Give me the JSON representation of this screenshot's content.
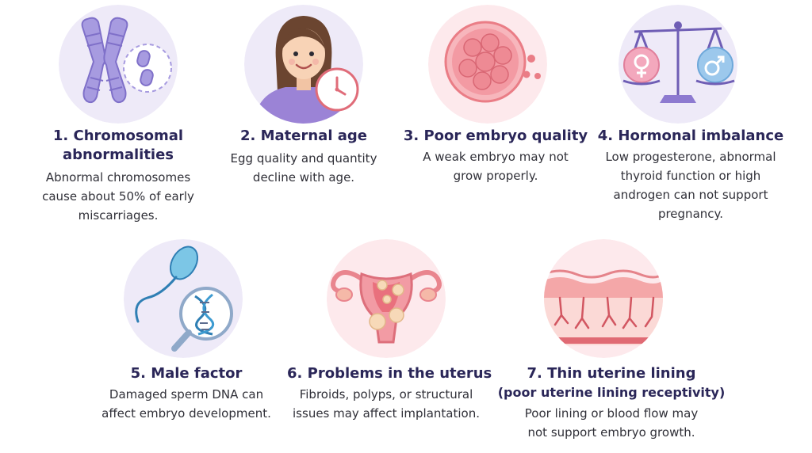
{
  "items": [
    {
      "icon": "chromosome-icon",
      "title_lines": [
        "1. Chromosomal",
        "abnormalities"
      ],
      "desc_lines": [
        "Abnormal chromosomes",
        "cause about 50% of early",
        "miscarriages."
      ]
    },
    {
      "icon": "woman-clock-icon",
      "title_lines": [
        "2. Maternal age"
      ],
      "desc_lines": [
        "Egg quality and quantity",
        "decline with age."
      ]
    },
    {
      "icon": "embryo-icon",
      "title_lines": [
        "3. Poor embryo quality"
      ],
      "desc_lines": [
        "A weak embryo may not",
        "grow properly."
      ]
    },
    {
      "icon": "balance-scale-icon",
      "title_lines": [
        "4. Hormonal imbalance"
      ],
      "desc_lines": [
        "Low progesterone, abnormal",
        "thyroid function or high",
        "androgen can not support",
        "pregnancy."
      ]
    },
    {
      "icon": "sperm-dna-icon",
      "title_lines": [
        "5. Male factor"
      ],
      "desc_lines": [
        "Damaged sperm DNA can",
        "affect embryo development."
      ]
    },
    {
      "icon": "uterus-icon",
      "title_lines": [
        "6. Problems in the uterus"
      ],
      "desc_lines": [
        "Fibroids, polyps, or structural",
        "issues may affect implantation."
      ]
    },
    {
      "icon": "uterine-lining-icon",
      "title_lines": [
        "7. Thin uterine lining",
        "(poor uterine lining receptivity)"
      ],
      "desc_lines": [
        "Poor lining or blood flow may",
        "not support embryo growth."
      ]
    }
  ],
  "colors": {
    "title": "#2a2658",
    "text": "#303038",
    "circle_lavender": "#eeeaf8",
    "circle_pink": "#fde9ec",
    "chromosome": "#a79be0",
    "embryo": "#ea7d86",
    "uterus": "#e9858e",
    "female_symbol_bg": "#f3a8bd",
    "male_symbol_bg": "#9cc8ec"
  }
}
